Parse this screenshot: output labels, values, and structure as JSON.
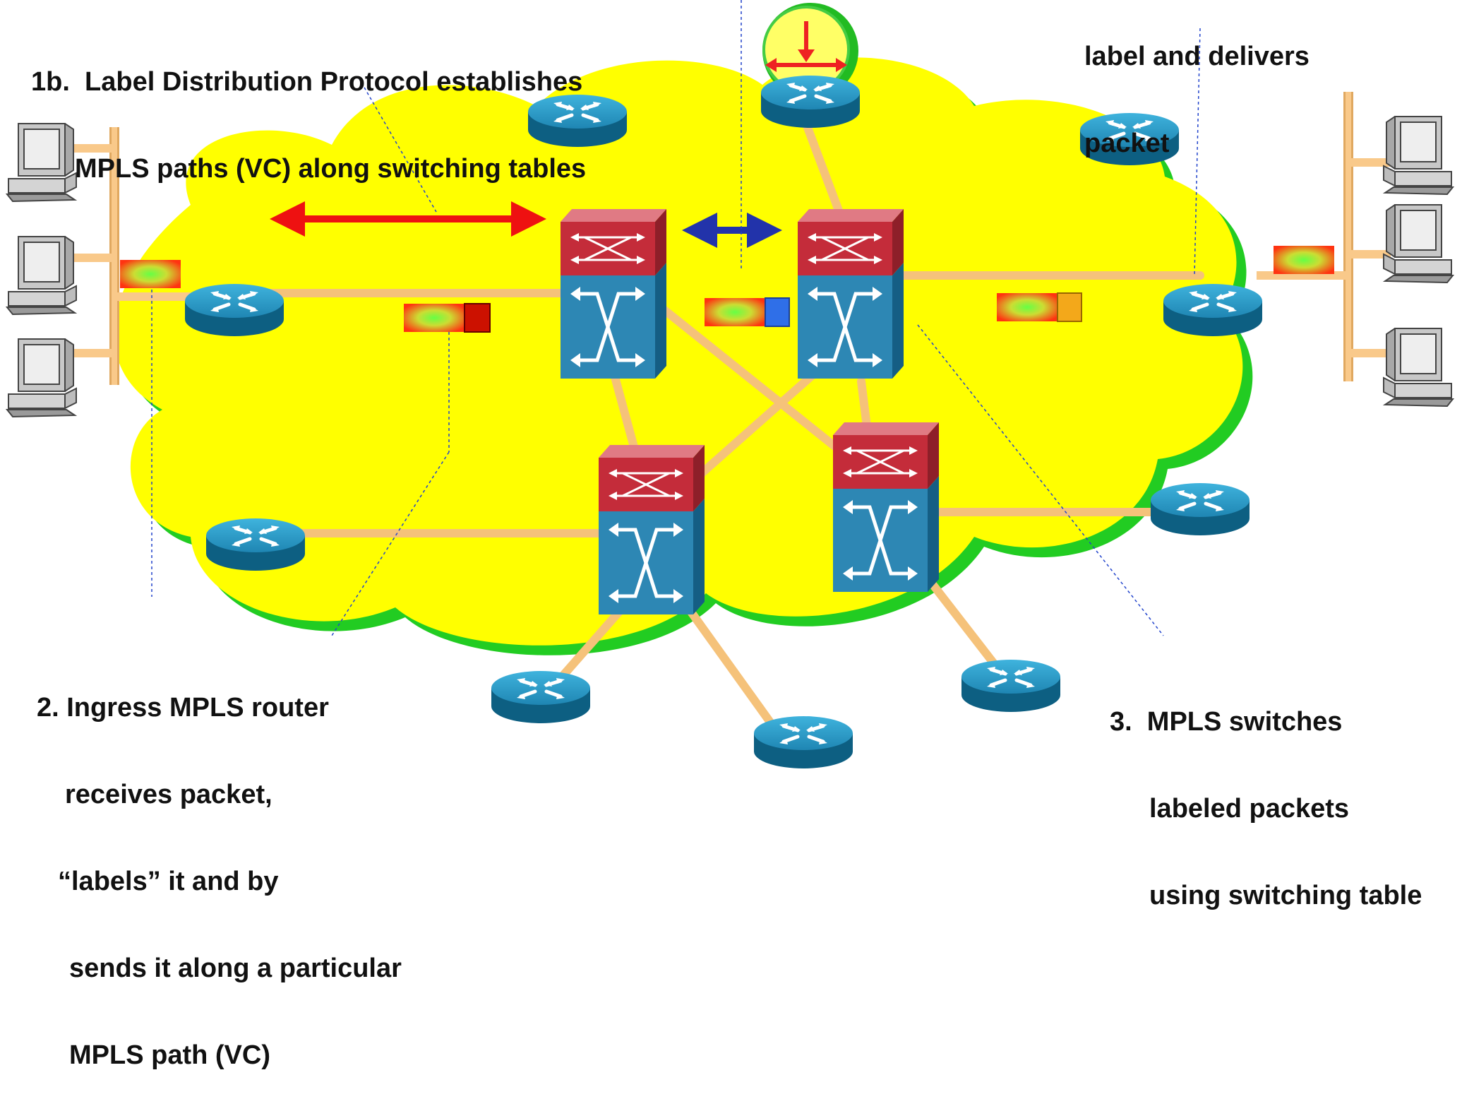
{
  "annotations": {
    "ldp": [
      "1b.  Label Distribution Protocol establishes",
      "MPLS paths (VC) along switching tables"
    ],
    "egress": [
      "label and delivers",
      "packet"
    ],
    "ingress": [
      "2. Ingress MPLS router",
      "receives packet,",
      "“labels” it and by",
      "sends it along a particular",
      "MPLS path (VC)"
    ],
    "switching": [
      "3.  MPLS switches",
      "labeled packets",
      "using switching table"
    ]
  },
  "colors": {
    "cloud": "#ffff00",
    "cloud_shadow": "#22cc22",
    "link": "#f5c27a",
    "router": "#1a7fa6",
    "switch_top": "#c0303c",
    "switch_body": "#2d87b4",
    "ldp_arrow": "#ee1111",
    "peer_arrow": "#2233aa",
    "label_red": "#cc1100",
    "label_blue": "#2f6fe8",
    "label_orange": "#f3a81a"
  },
  "icons": [
    "router-icon",
    "mpls-switch-icon",
    "workstation-icon",
    "packet-icon",
    "label-icon",
    "double-arrow-icon"
  ]
}
